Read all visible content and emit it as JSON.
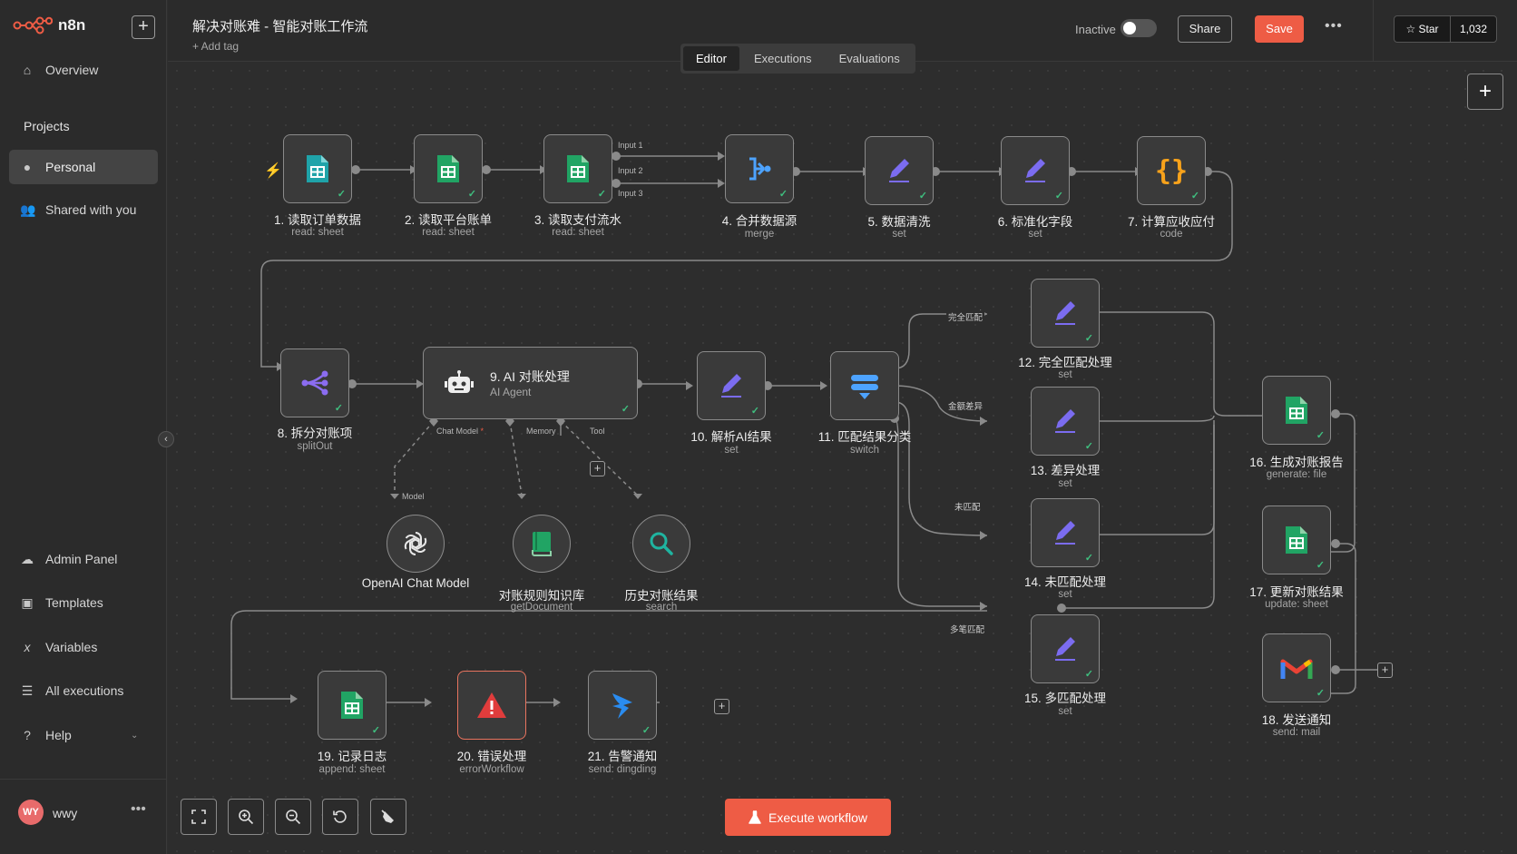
{
  "app": {
    "name": "n8n"
  },
  "sidebar": {
    "overview": "Overview",
    "projects_heading": "Projects",
    "personal": "Personal",
    "shared": "Shared with you",
    "admin_panel": "Admin Panel",
    "templates": "Templates",
    "variables": "Variables",
    "all_executions": "All executions",
    "help": "Help",
    "user": {
      "initials": "WY",
      "name": "wwy"
    }
  },
  "header": {
    "title": "解决对账难 - 智能对账工作流",
    "add_tag": "+ Add tag",
    "status": "Inactive",
    "share": "Share",
    "save": "Save",
    "star": "Star",
    "star_count": "1,032"
  },
  "tabs": {
    "editor": "Editor",
    "executions": "Executions",
    "evaluations": "Evaluations"
  },
  "nodes": {
    "n1": {
      "label": "1. 读取订单数据",
      "sub": "read: sheet"
    },
    "n2": {
      "label": "2. 读取平台账单",
      "sub": "read: sheet"
    },
    "n3": {
      "label": "3. 读取支付流水",
      "sub": "read: sheet"
    },
    "n4": {
      "label": "4. 合并数据源",
      "sub": "merge"
    },
    "n5": {
      "label": "5. 数据清洗",
      "sub": "set"
    },
    "n6": {
      "label": "6. 标准化字段",
      "sub": "set"
    },
    "n7": {
      "label": "7. 计算应收应付",
      "sub": "code"
    },
    "n8": {
      "label": "8. 拆分对账项",
      "sub": "splitOut"
    },
    "n9": {
      "label": "9. AI 对账处理",
      "sub": "AI Agent"
    },
    "n10": {
      "label": "10. 解析AI结果",
      "sub": "set"
    },
    "n11": {
      "label": "11. 匹配结果分类",
      "sub": "switch"
    },
    "n12": {
      "label": "12. 完全匹配处理",
      "sub": "set"
    },
    "n13": {
      "label": "13. 差异处理",
      "sub": "set"
    },
    "n14": {
      "label": "14. 未匹配处理",
      "sub": "set"
    },
    "n15": {
      "label": "15. 多匹配处理",
      "sub": "set"
    },
    "n16": {
      "label": "16. 生成对账报告",
      "sub": "generate: file"
    },
    "n17": {
      "label": "17. 更新对账结果",
      "sub": "update: sheet"
    },
    "n18": {
      "label": "18. 发送通知",
      "sub": "send: mail"
    },
    "n19": {
      "label": "19. 记录日志",
      "sub": "append: sheet"
    },
    "n20": {
      "label": "20. 错误处理",
      "sub": "errorWorkflow"
    },
    "n21": {
      "label": "21. 告警通知",
      "sub": "send: dingding"
    },
    "openai": {
      "label": "OpenAI Chat Model"
    },
    "kb": {
      "label": "对账规则知识库",
      "sub": "getDocument"
    },
    "history": {
      "label": "历史对账结果",
      "sub": "search"
    }
  },
  "ports": {
    "input1": "Input 1",
    "input2": "Input 2",
    "input3": "Input 3",
    "chat_model": "Chat Model",
    "memory": "Memory",
    "tool": "Tool",
    "model": "Model"
  },
  "branches": {
    "exact": "完全匹配",
    "diff": "金额差异",
    "unmatched": "未匹配",
    "multi": "多笔匹配"
  },
  "execute": "Execute workflow",
  "colors": {
    "accent": "#ee5c45",
    "sheets_green": "#21a464",
    "success": "#3fbf7f",
    "set_purple": "#7b6cf0"
  }
}
